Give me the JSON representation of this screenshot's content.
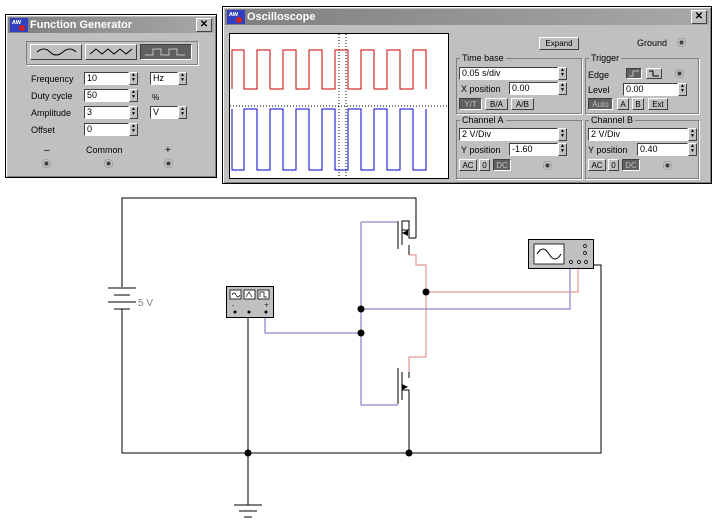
{
  "function_generator": {
    "title": "Function Generator",
    "waveforms": [
      "sine-wave",
      "triangle-wave",
      "square-wave"
    ],
    "selected_waveform": "square-wave",
    "frequency_label": "Frequency",
    "frequency_value": "10",
    "frequency_unit": "Hz",
    "duty_label": "Duty cycle",
    "duty_value": "50",
    "duty_unit": "%",
    "amplitude_label": "Amplitude",
    "amplitude_value": "3",
    "amplitude_unit": "V",
    "offset_label": "Offset",
    "offset_value": "0",
    "minus_label": "–",
    "common_label": "Common",
    "plus_label": "+"
  },
  "oscilloscope": {
    "title": "Oscilloscope",
    "expand_label": "Expand",
    "ground_label": "Ground",
    "timebase_title": "Time base",
    "timebase_value": "0.05 s/div",
    "x_position_label": "X position",
    "x_position_value": "0.00",
    "mode_buttons": [
      "Y/T",
      "B/A",
      "A/B"
    ],
    "active_mode": "Y/T",
    "trigger_title": "Trigger",
    "edge_label": "Edge",
    "level_label": "Level",
    "level_value": "0.00",
    "trigger_buttons": [
      "Auto",
      "A",
      "B",
      "Ext"
    ],
    "active_trigger": "Auto",
    "channel_a_title": "Channel A",
    "channel_a_scale": "2  V/Div",
    "channel_a_ypos_label": "Y position",
    "channel_a_ypos": "-1.60",
    "channel_b_title": "Channel B",
    "channel_b_scale": "2  V/Div",
    "channel_b_ypos_label": "Y position",
    "channel_b_ypos": "0.40",
    "coupling_buttons": [
      "AC",
      "0",
      "DC"
    ],
    "active_coupling": "DC",
    "trace_a_color": "#cc0000",
    "trace_b_color": "#0000cc"
  },
  "circuit": {
    "battery_label": "5 V",
    "wire_color": "#000000",
    "input_wire_color": "#6b6bc0",
    "output_wire_color": "#e08080"
  }
}
